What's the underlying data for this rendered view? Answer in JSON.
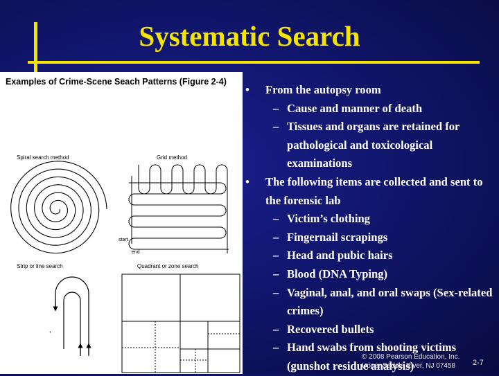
{
  "slide": {
    "title": "Systematic Search",
    "accent_color": "#f5e400",
    "background_color": "#11166e"
  },
  "figure": {
    "caption": "Examples of Crime-Scene Seach Patterns (Figure 2-4)",
    "labels": {
      "spiral": "Spiral search method",
      "grid": "Grid method",
      "start": "start",
      "end": "end",
      "strip": "Strip or line search",
      "quadrant": "Quadrant or zone search"
    }
  },
  "bullets": [
    {
      "text": "From the autopsy room",
      "subitems": [
        "Cause and manner of death",
        "Tissues and organs are retained for pathological and toxicological examinations"
      ]
    },
    {
      "text": "The following items are collected and sent to the forensic lab",
      "subitems": [
        "Victim’s clothing",
        "Fingernail scrapings",
        "Head and pubic hairs",
        "Blood (DNA Typing)",
        "Vaginal, anal, and oral swaps (Sex-related crimes)",
        "Recovered bullets",
        "Hand swabs from shooting victims (gunshot residue analysis)"
      ]
    }
  ],
  "footer": {
    "copyright": "© 2008 Pearson Education, Inc.",
    "publisher": "Upper Saddle River, NJ 07458",
    "page_number": "2-7"
  }
}
